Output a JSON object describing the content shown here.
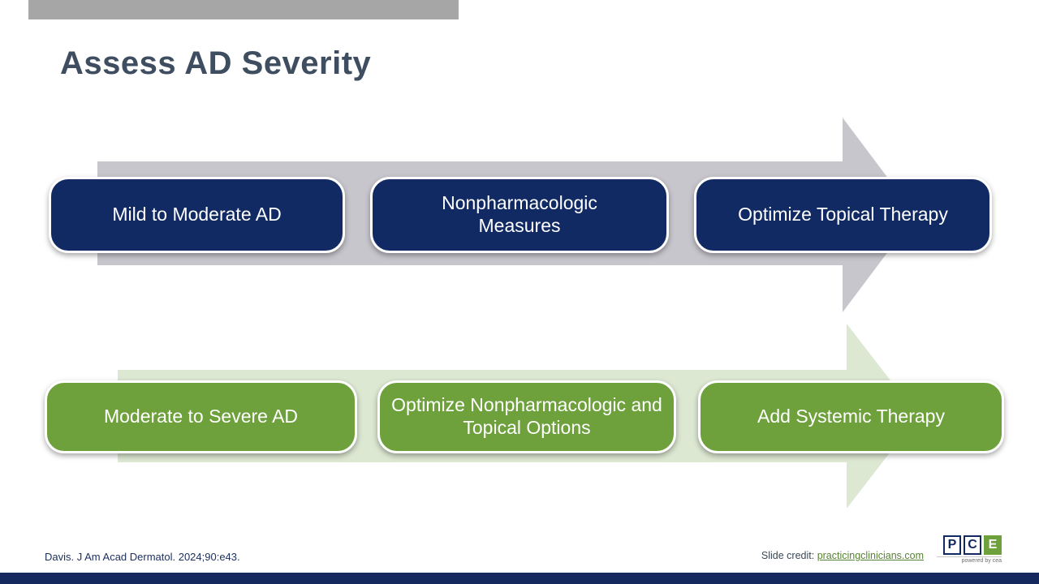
{
  "title": "Assess AD Severity",
  "flows": [
    {
      "severity": "Mild to Moderate",
      "steps": [
        "Mild to Moderate AD",
        "Nonpharmacologic Measures",
        "Optimize Topical Therapy"
      ]
    },
    {
      "severity": "Moderate to Severe",
      "steps": [
        "Moderate to Severe AD",
        "Optimize Nonpharmacologic and Topical Options",
        "Add Systemic Therapy"
      ]
    }
  ],
  "footer": {
    "citation": "Davis. J Am Acad Dermatol. 2024;90:e43.",
    "credit_label": "Slide credit:",
    "credit_link": "practicingclinicians.com"
  },
  "logo": {
    "letters": [
      "P",
      "C",
      "E"
    ],
    "tagline": "powered by cea"
  },
  "colors": {
    "navy": "#112a63",
    "green": "#6ea13c",
    "gray-arrow": "#c7c6cc",
    "light-green-arrow": "#dce8d2",
    "footer-bar": "#16295e",
    "title": "#3e4d5f",
    "link-green": "#568233",
    "strip": "#a6a6a6"
  }
}
